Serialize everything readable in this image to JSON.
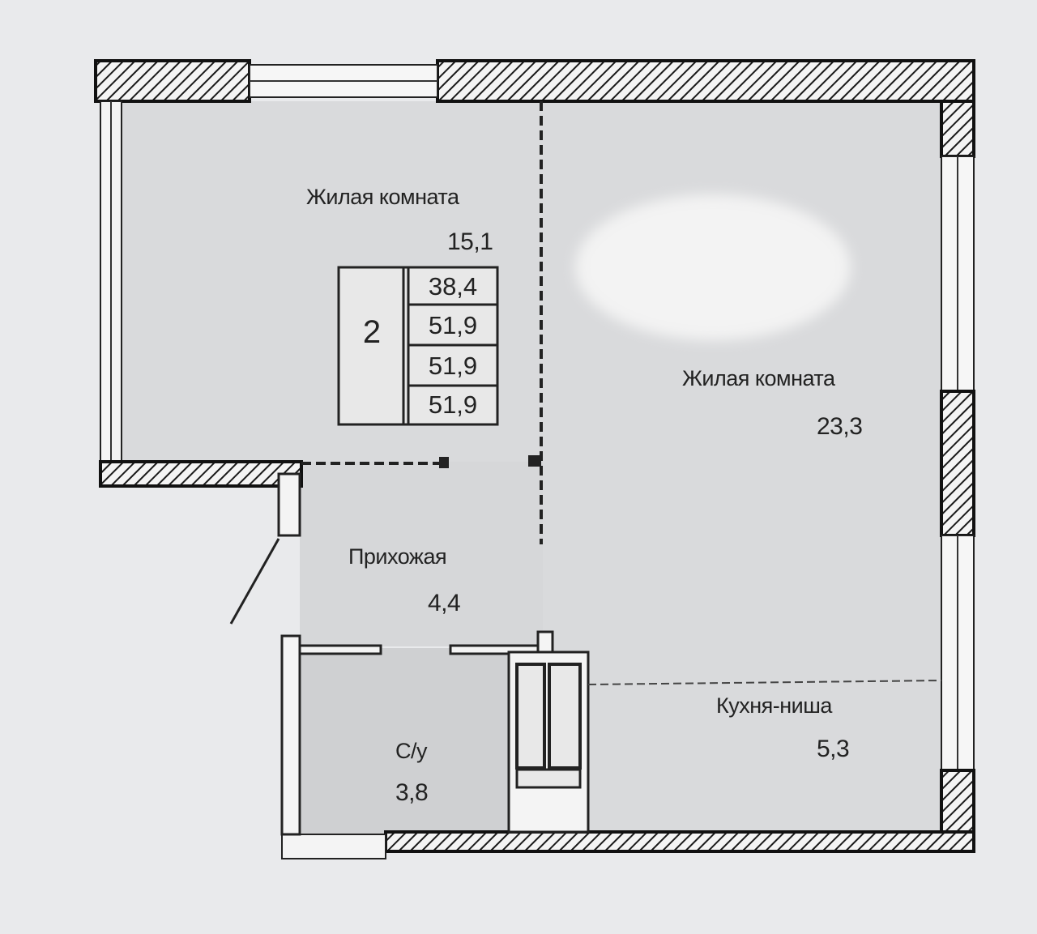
{
  "rooms": {
    "living1": {
      "name": "Жилая комната",
      "area": "15,1"
    },
    "living2": {
      "name": "Жилая комната",
      "area": "23,3"
    },
    "hall": {
      "name": "Прихожая",
      "area": "4,4"
    },
    "bath": {
      "name": "С/у",
      "area": "3,8"
    },
    "kitchen": {
      "name": "Кухня-ниша",
      "area": "5,3"
    }
  },
  "info_box": {
    "rooms_count": "2",
    "areas": [
      "38,4",
      "51,9",
      "51,9",
      "51,9"
    ]
  }
}
